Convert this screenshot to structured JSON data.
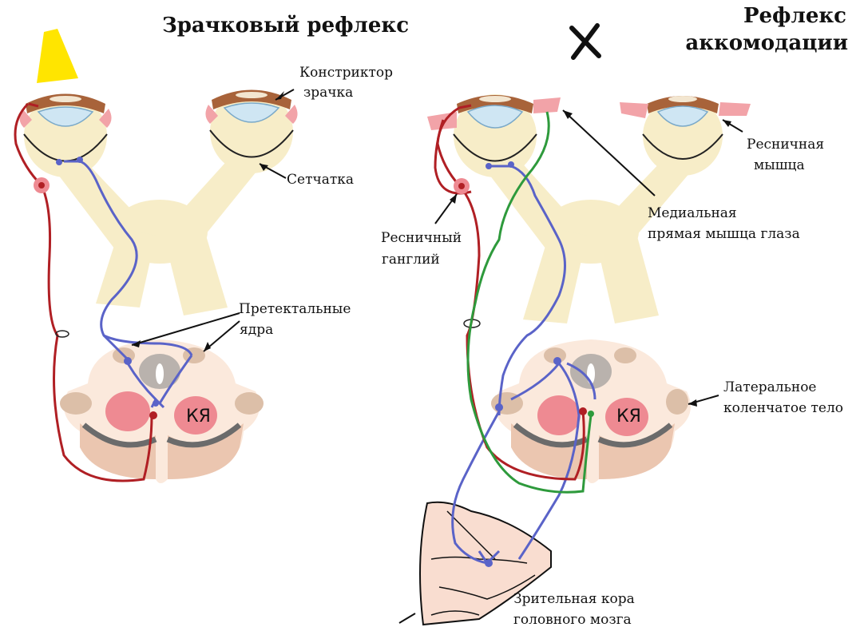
{
  "titles": {
    "pupillary": "Зрачковый рефлекс",
    "accommodation_line1": "Рефлекс",
    "accommodation_line2": "аккомодации"
  },
  "labels": {
    "constrictor_1": "Констриктор",
    "constrictor_2": "зрачка",
    "retina": "Сетчатка",
    "pretectal_1": "Претектальные",
    "pretectal_2": "ядра",
    "ky_left": "КЯ",
    "ky_right": "КЯ",
    "ciliary_muscle_1": "Ресничная",
    "ciliary_muscle_2": "мышца",
    "ciliary_ganglion_1": "Ресничный",
    "ciliary_ganglion_2": "ганглий",
    "medial_rectus_1": "Медиальная",
    "medial_rectus_2": "прямая мышца глаза",
    "lgn_1": "Латеральное",
    "lgn_2": "коленчатое тело",
    "visual_cortex_1": "Зрительная кора",
    "visual_cortex_2": "головного мозга"
  },
  "colors": {
    "light_beam": "#ffe500",
    "pathway_blue": "#5a63c8",
    "pathway_red": "#b01f24",
    "pathway_green": "#2e9a3c",
    "optic_structure": "#f7edc8",
    "iris": "#a8633a",
    "ciliary_muscle": "#f2a3a8",
    "oculomotor_nucleus": "#ee8a92",
    "brainstem": "#fbe9dc"
  },
  "icons": {
    "cross_mark": "cross-icon",
    "light": "light-beam-icon"
  }
}
